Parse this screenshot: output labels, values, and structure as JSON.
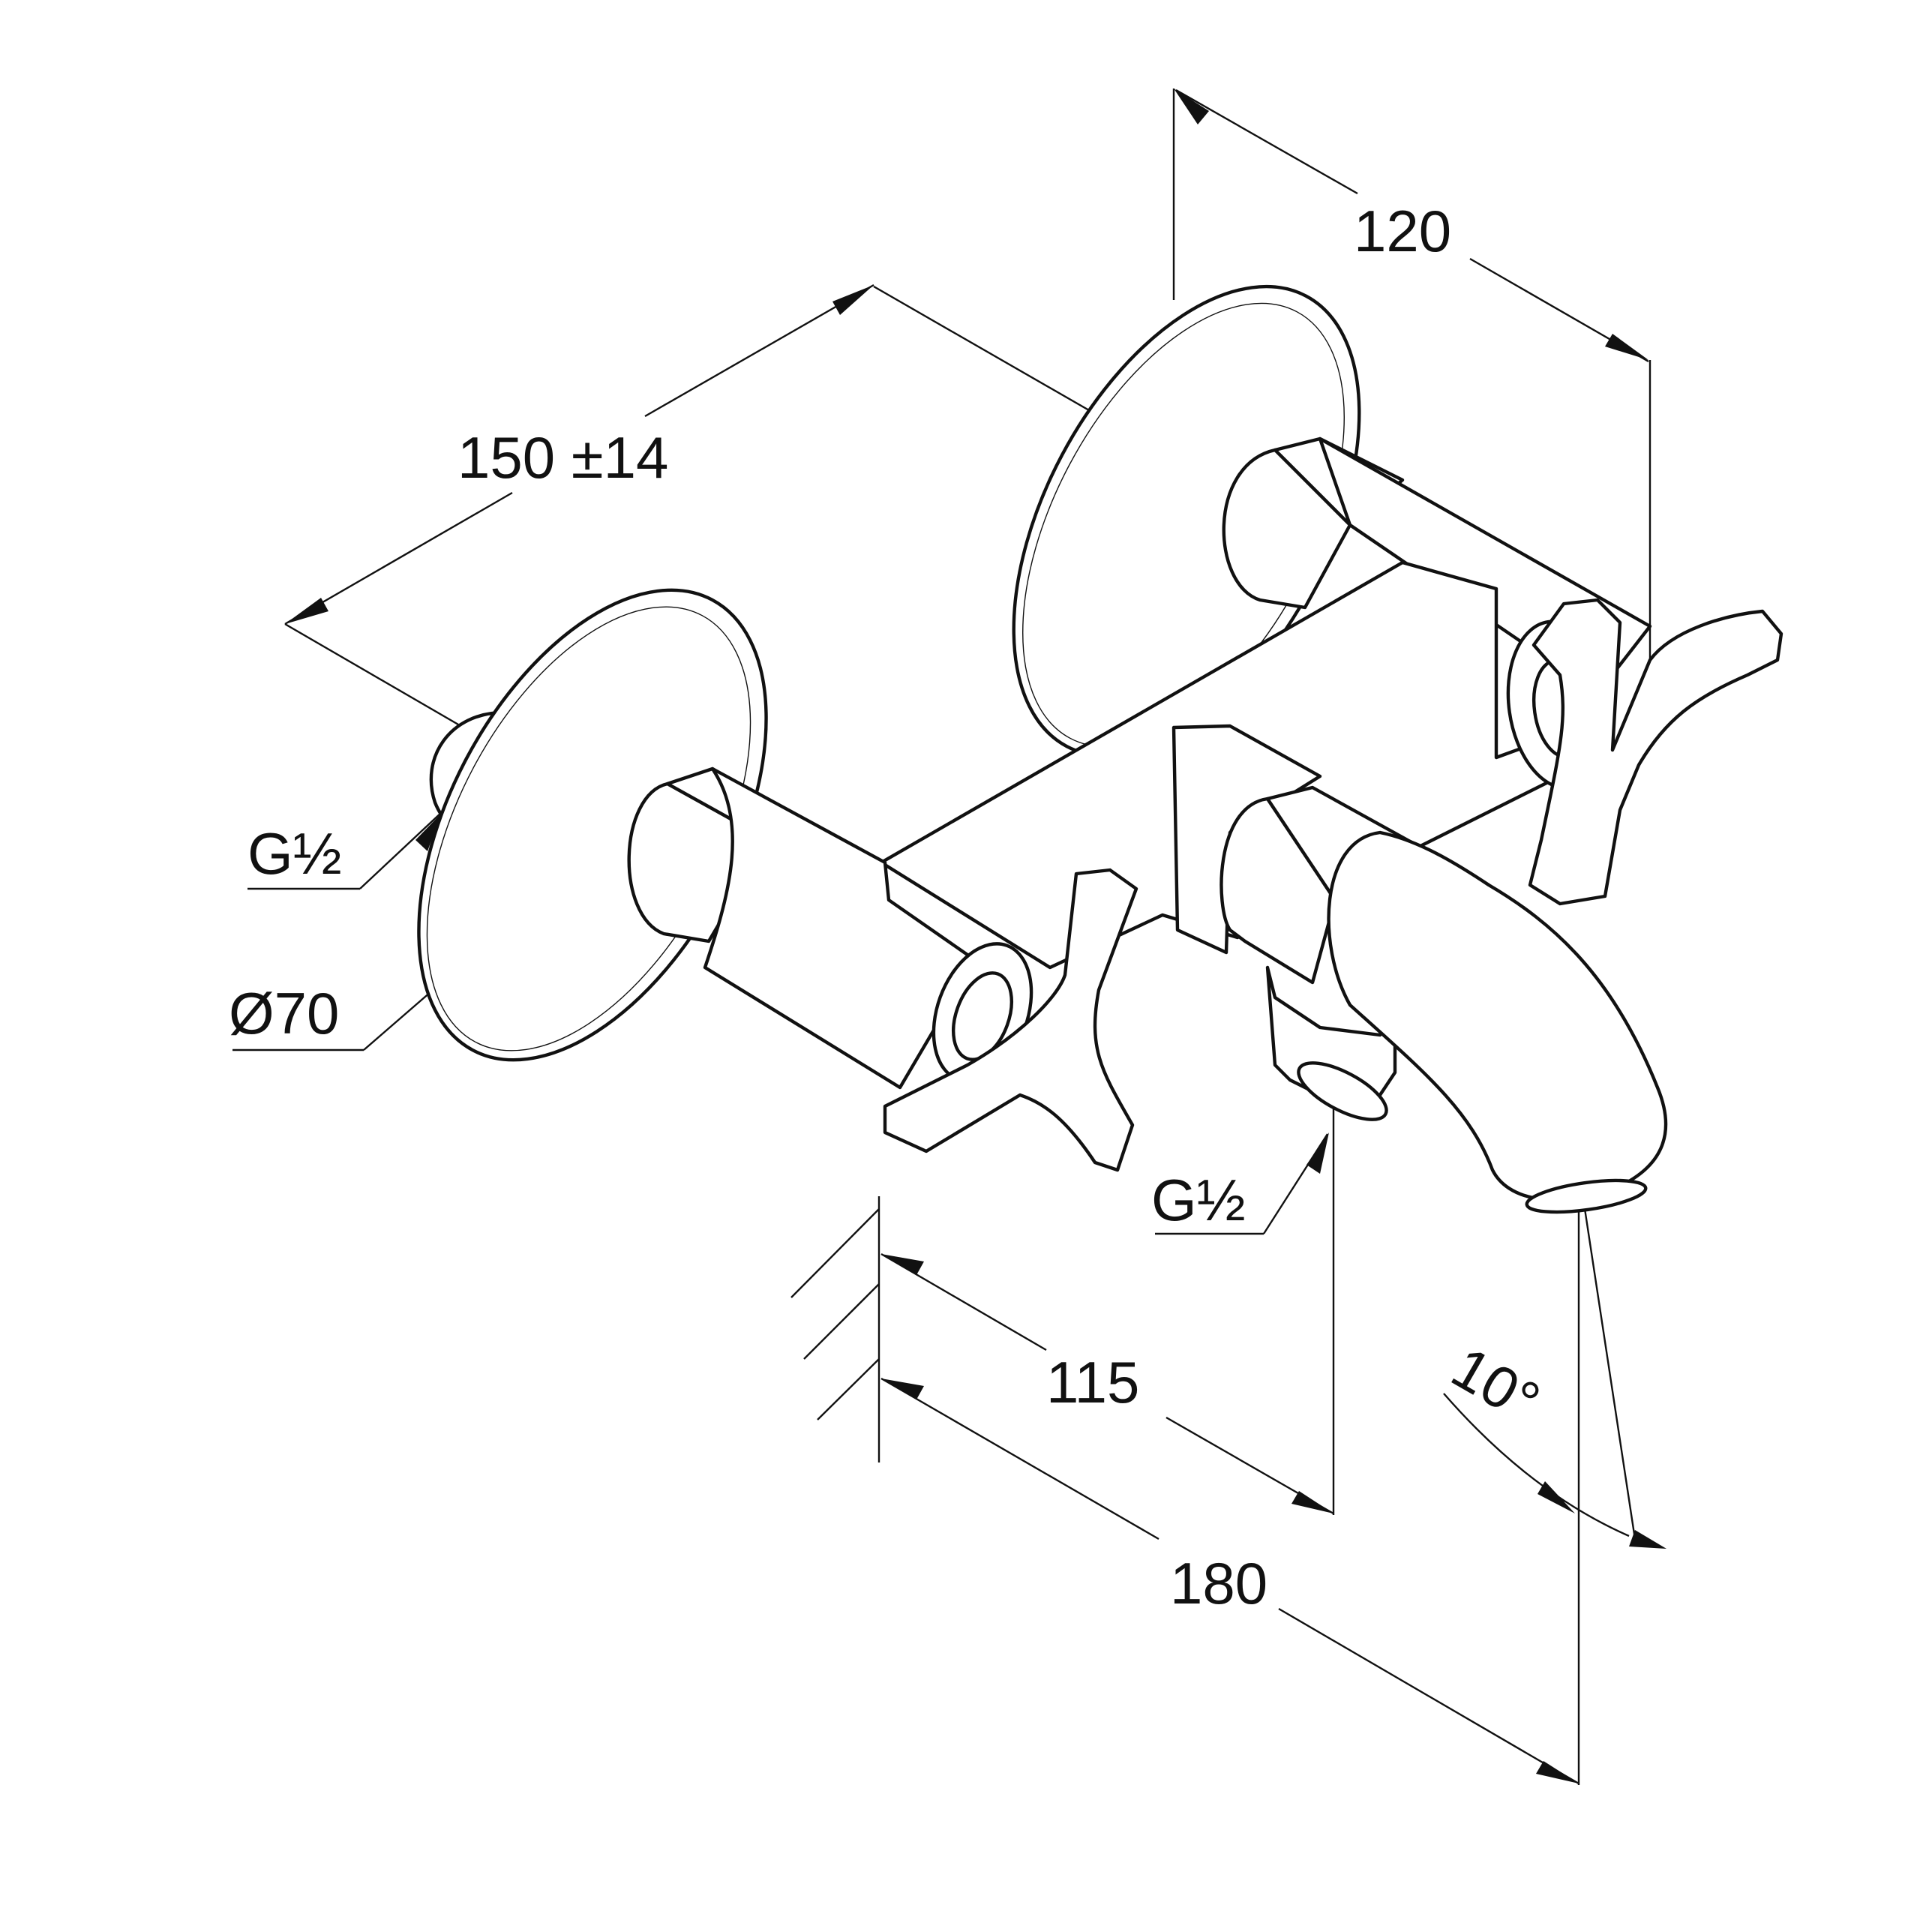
{
  "dimensions": {
    "depth_120": "120",
    "spacing_150": "150 ±14",
    "thread_left": "G½",
    "diameter_70": "Ø70",
    "thread_outlet": "G½",
    "projection_115": "115",
    "projection_180": "180",
    "angle_10": "10°"
  },
  "colors": {
    "line": "#111111",
    "background": "#ffffff"
  }
}
